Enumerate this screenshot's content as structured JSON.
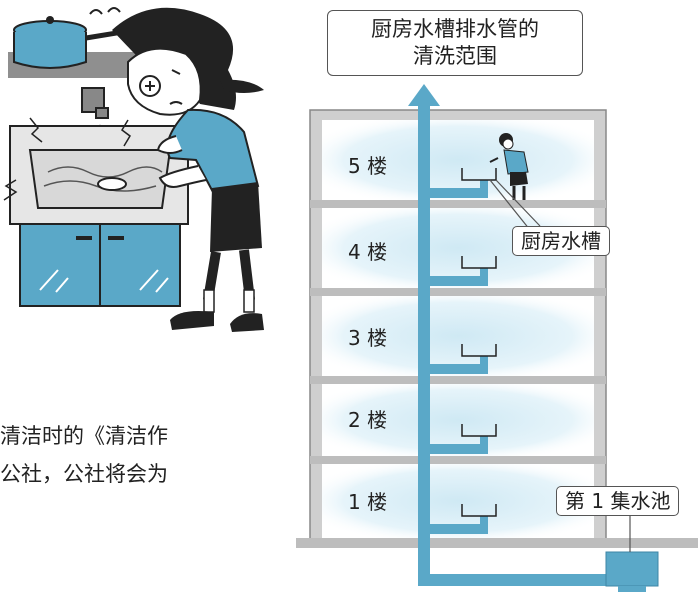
{
  "diagram": {
    "title_line1": "厨房水槽排水管的",
    "title_line2": "清洗范围",
    "sink_label": "厨房水槽",
    "tank_label": "第 1 集水池",
    "floors": [
      "5 楼",
      "4 楼",
      "3 楼",
      "2 楼",
      "1 楼"
    ]
  },
  "text_fragment": {
    "line1": "清洁时的《清洁作",
    "line2": "公社，公社将会为"
  },
  "colors": {
    "pipe": "#5aa8c8",
    "floor_glow": "#cde8f3",
    "building_wall": "#c8c8c8"
  }
}
